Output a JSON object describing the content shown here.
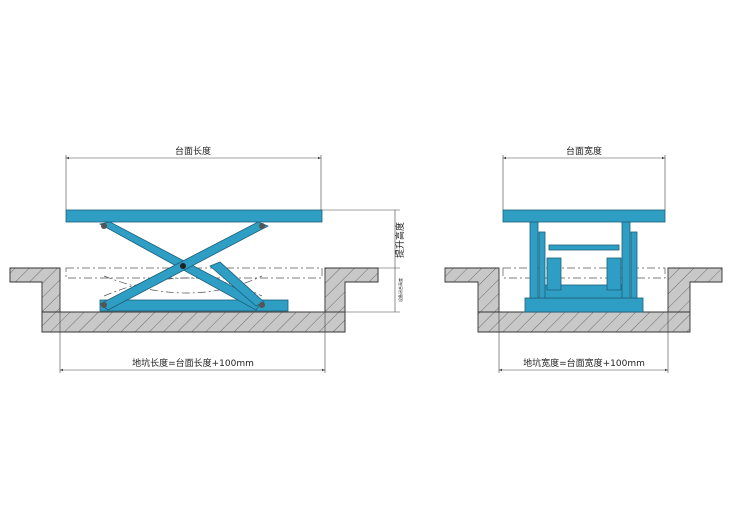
{
  "left_view": {
    "platform_length_label": "台面长度",
    "lift_height_label": "提升高度",
    "closed_height_label": "设备闭合高度",
    "pit_length_label": "地坑长度=台面长度+100mm"
  },
  "right_view": {
    "platform_width_label": "台面宽度",
    "pit_width_label": "地坑宽度=台面宽度+100mm"
  },
  "colors": {
    "steel": "#2e9ec4",
    "concrete": "#c8c8c8"
  }
}
